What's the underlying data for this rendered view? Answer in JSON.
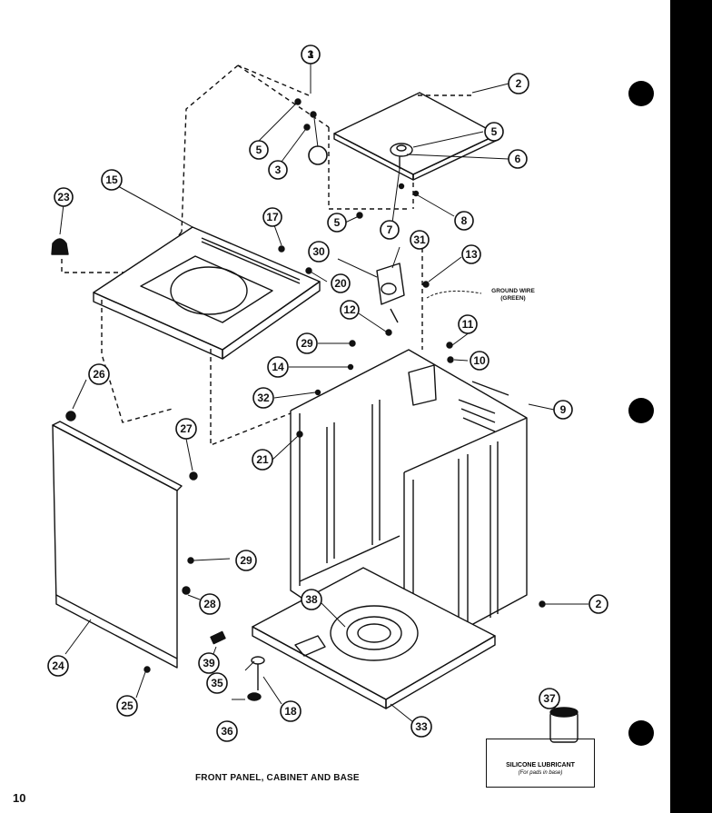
{
  "caption": "FRONT PANEL, CABINET AND BASE",
  "page_number": "10",
  "ground_wire_label": [
    "GROUND WIRE",
    "(GREEN)"
  ],
  "lubricant_box": {
    "title": "SILICONE LUBRICANT",
    "subtitle": "(For pads in base)"
  },
  "callouts": [
    {
      "n": "1"
    },
    {
      "n": "2"
    },
    {
      "n": "2"
    },
    {
      "n": "3"
    },
    {
      "n": "3"
    },
    {
      "n": "5"
    },
    {
      "n": "5"
    },
    {
      "n": "5"
    },
    {
      "n": "6"
    },
    {
      "n": "7"
    },
    {
      "n": "8"
    },
    {
      "n": "9"
    },
    {
      "n": "10"
    },
    {
      "n": "11"
    },
    {
      "n": "12"
    },
    {
      "n": "13"
    },
    {
      "n": "14"
    },
    {
      "n": "15"
    },
    {
      "n": "17"
    },
    {
      "n": "18"
    },
    {
      "n": "20"
    },
    {
      "n": "21"
    },
    {
      "n": "23"
    },
    {
      "n": "24"
    },
    {
      "n": "25"
    },
    {
      "n": "26"
    },
    {
      "n": "27"
    },
    {
      "n": "28"
    },
    {
      "n": "29"
    },
    {
      "n": "29"
    },
    {
      "n": "30"
    },
    {
      "n": "31"
    },
    {
      "n": "32"
    },
    {
      "n": "33"
    },
    {
      "n": "35"
    },
    {
      "n": "36"
    },
    {
      "n": "37"
    },
    {
      "n": "38"
    },
    {
      "n": "39"
    }
  ],
  "colors": {
    "ink": "#111111",
    "paper": "#ffffff"
  }
}
